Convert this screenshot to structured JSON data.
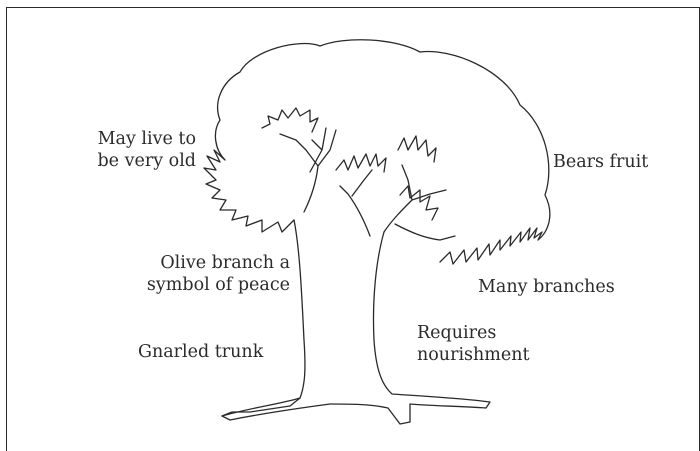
{
  "labels": {
    "old_line1": "May live to",
    "old_line2": "be very old",
    "fruit": "Bears fruit",
    "olive_line1": "Olive branch a",
    "olive_line2": "symbol of peace",
    "branches": "Many branches",
    "nourish_line1": "Requires",
    "nourish_line2": "nourishment",
    "trunk": "Gnarled trunk"
  },
  "colors": {
    "outline": "#2a2a2a",
    "text": "#2b2b2b",
    "background": "#ffffff"
  }
}
